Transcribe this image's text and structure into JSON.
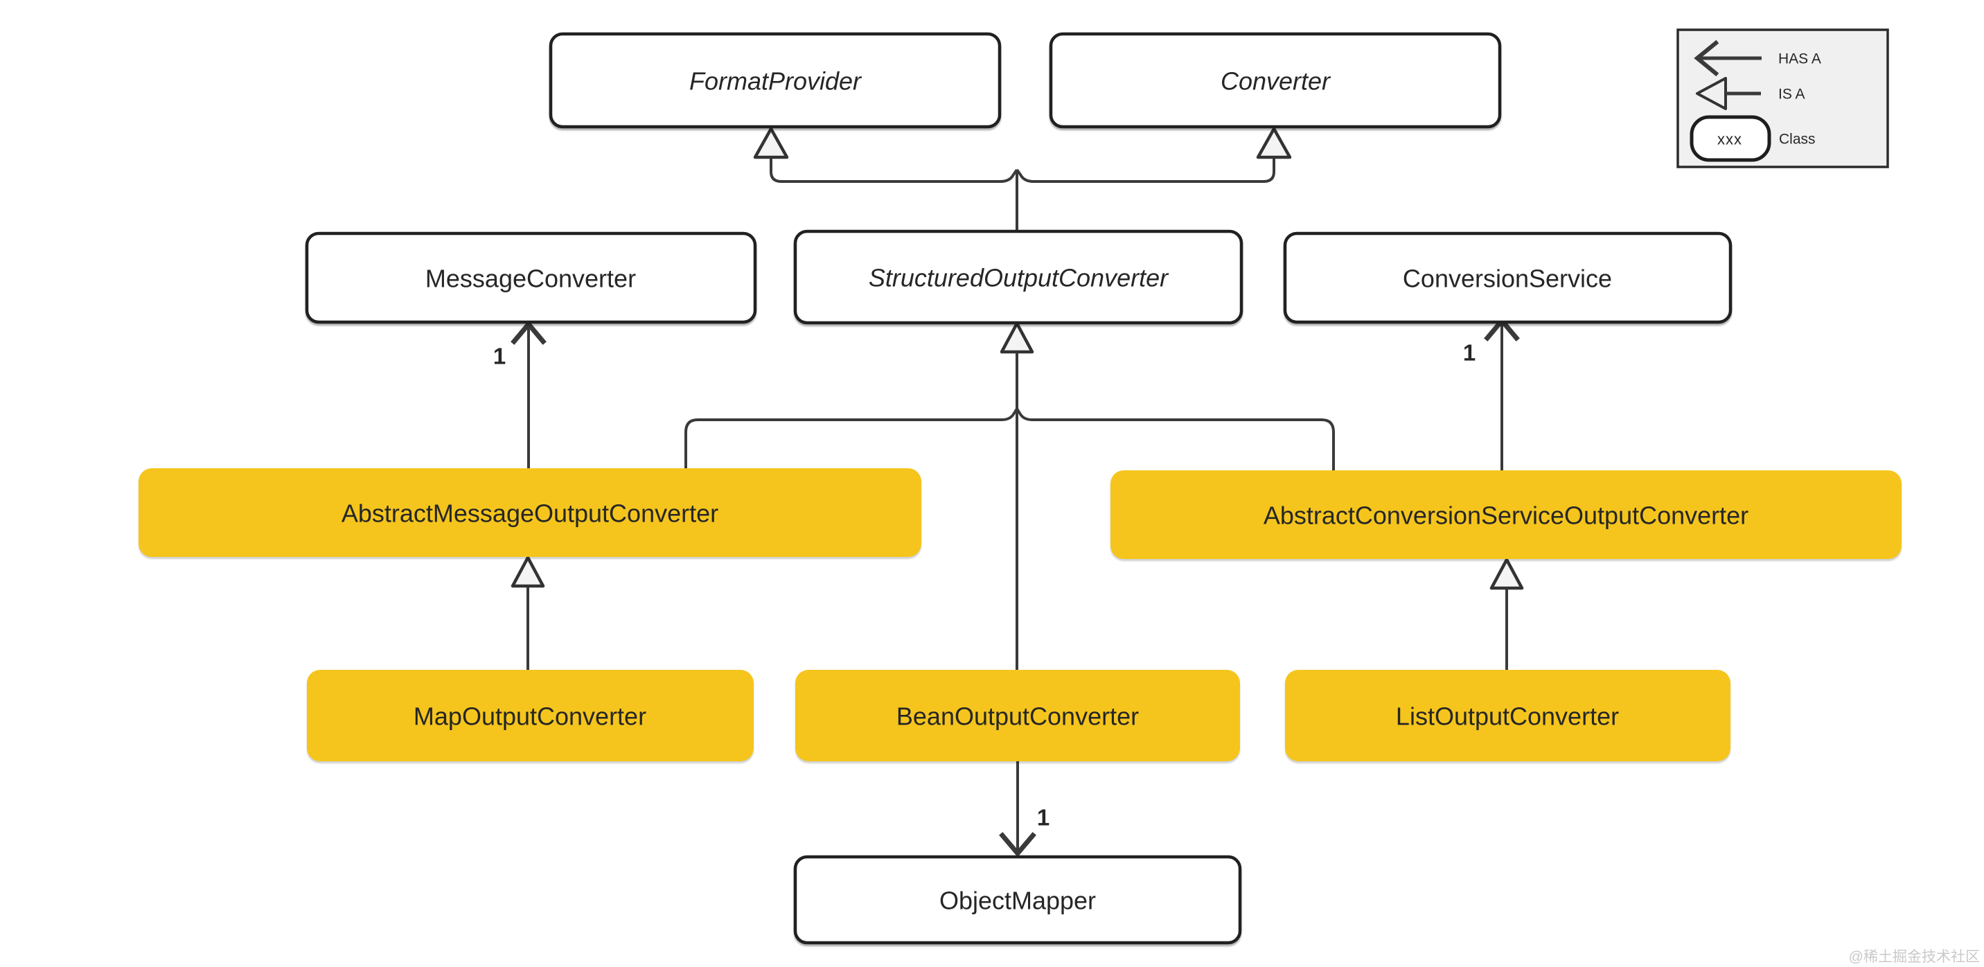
{
  "nodes": {
    "format_provider": "FormatProvider",
    "converter": "Converter",
    "message_converter": "MessageConverter",
    "structured_output_converter": "StructuredOutputConverter",
    "conversion_service": "ConversionService",
    "abstract_message_output_converter": "AbstractMessageOutputConverter",
    "abstract_conversion_service_output_converter": "AbstractConversionServiceOutputConverter",
    "map_output_converter": "MapOutputConverter",
    "bean_output_converter": "BeanOutputConverter",
    "list_output_converter": "ListOutputConverter",
    "object_mapper": "ObjectMapper"
  },
  "multiplicities": {
    "message_converter_has_a": "1",
    "conversion_service_has_a": "1",
    "object_mapper_has_a": "1"
  },
  "legend": {
    "has_a_label": "HAS A",
    "is_a_label": "IS A",
    "class_sample": "xxx",
    "class_label": "Class"
  },
  "watermark": "@稀土掘金技术社区",
  "colors": {
    "class_fill_yellow": "#f5c51d",
    "interface_fill": "#ffffff",
    "line": "#3a3a3a",
    "text": "#262626",
    "legend_bg": "#f0f0f0",
    "watermark_gray": "#c9c9c9"
  }
}
